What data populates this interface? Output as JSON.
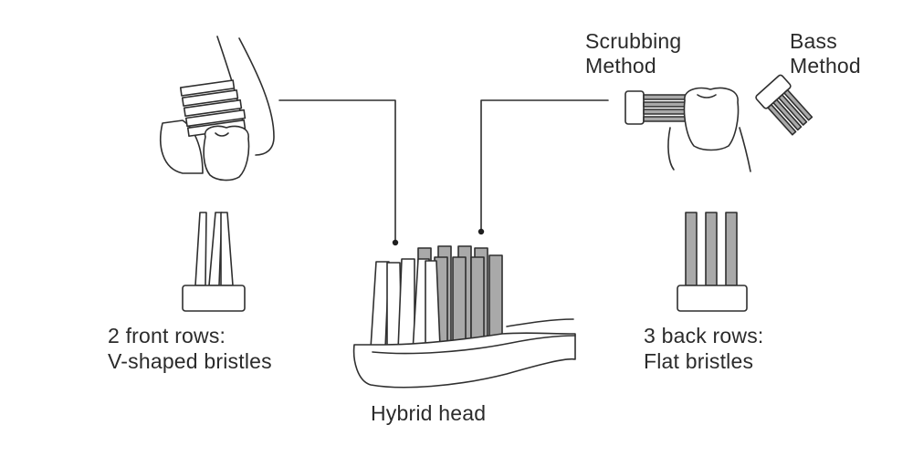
{
  "labels": {
    "front_line1": "2 front rows:",
    "front_line2": "V-shaped bristles",
    "back_line1": "3 back rows:",
    "back_line2": "Flat bristles",
    "hybrid": "Hybrid head",
    "scrubbing_line1": "Scrubbing",
    "scrubbing_line2": "Method",
    "bass_line1": "Bass",
    "bass_line2": "Method"
  },
  "colors": {
    "outline": "#2f2f2f",
    "flat_bristle_fill": "#a9a9a9",
    "text": "#2b2b2b",
    "background": "#ffffff"
  }
}
